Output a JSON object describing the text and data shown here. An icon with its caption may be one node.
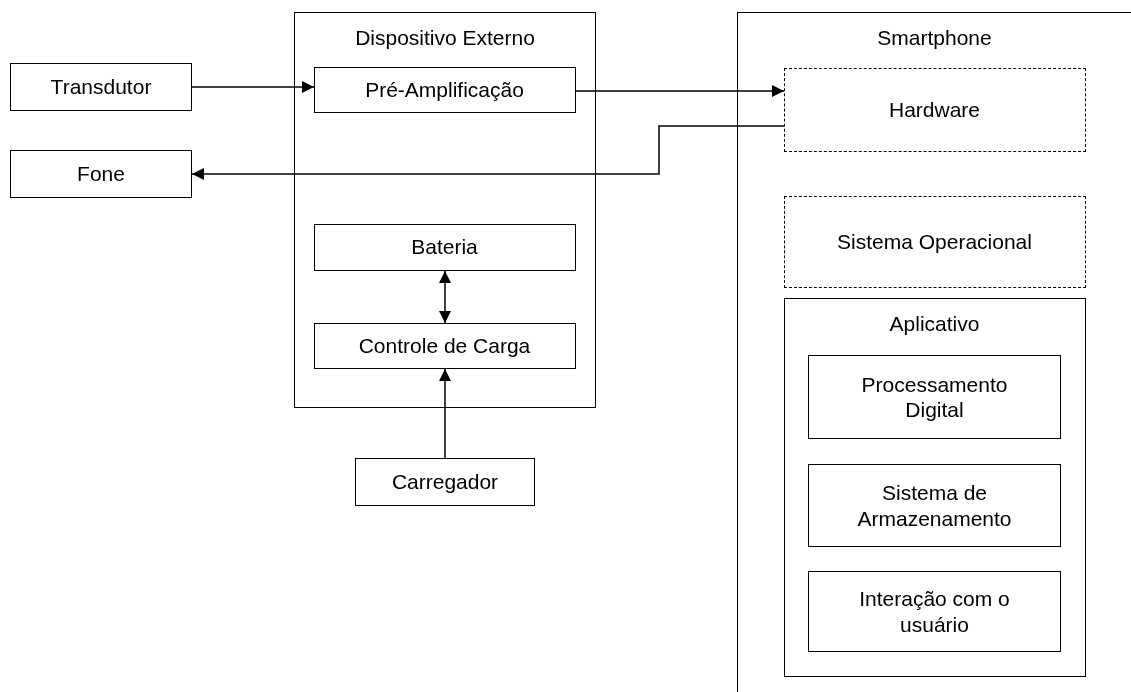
{
  "diagram": {
    "nodes": [
      {
        "text": [
          "Transdutor"
        ]
      },
      {
        "text": [
          "Dispositivo Externo"
        ]
      },
      {
        "text": [
          "Pré-Amplificação"
        ],
        "in": 1
      },
      {
        "text": [
          "Smartphone"
        ]
      },
      {
        "text": [
          "Hardware"
        ],
        "in": 3
      },
      {
        "text": [
          "Fone"
        ]
      },
      {
        "text": [
          "Sistema Operacional"
        ],
        "in": 3
      },
      {
        "text": [
          "Bateria"
        ],
        "in": 1
      },
      {
        "text": [
          "Controle de Carga"
        ],
        "in": 1
      },
      {
        "text": [
          "Aplicativo"
        ],
        "in": 3
      },
      {
        "text": [
          "Processamento Digital"
        ],
        "in": 9
      },
      {
        "text": [
          "Sistema de Armazenamento"
        ],
        "in": 9
      },
      {
        "text": [
          "Interação com o usuário"
        ],
        "in": 9
      },
      {
        "text": [
          "Carregador"
        ]
      }
    ],
    "edges": [
      {
        "from": 0,
        "to": 2,
        "arrow": "to"
      },
      {
        "from": 2,
        "to": 4,
        "arrow": "to"
      },
      {
        "from": 4,
        "to": 5,
        "arrow": "to"
      },
      {
        "from": 7,
        "to": 8,
        "arrow": "both"
      },
      {
        "from": 13,
        "to": 8,
        "arrow": "to"
      }
    ]
  }
}
